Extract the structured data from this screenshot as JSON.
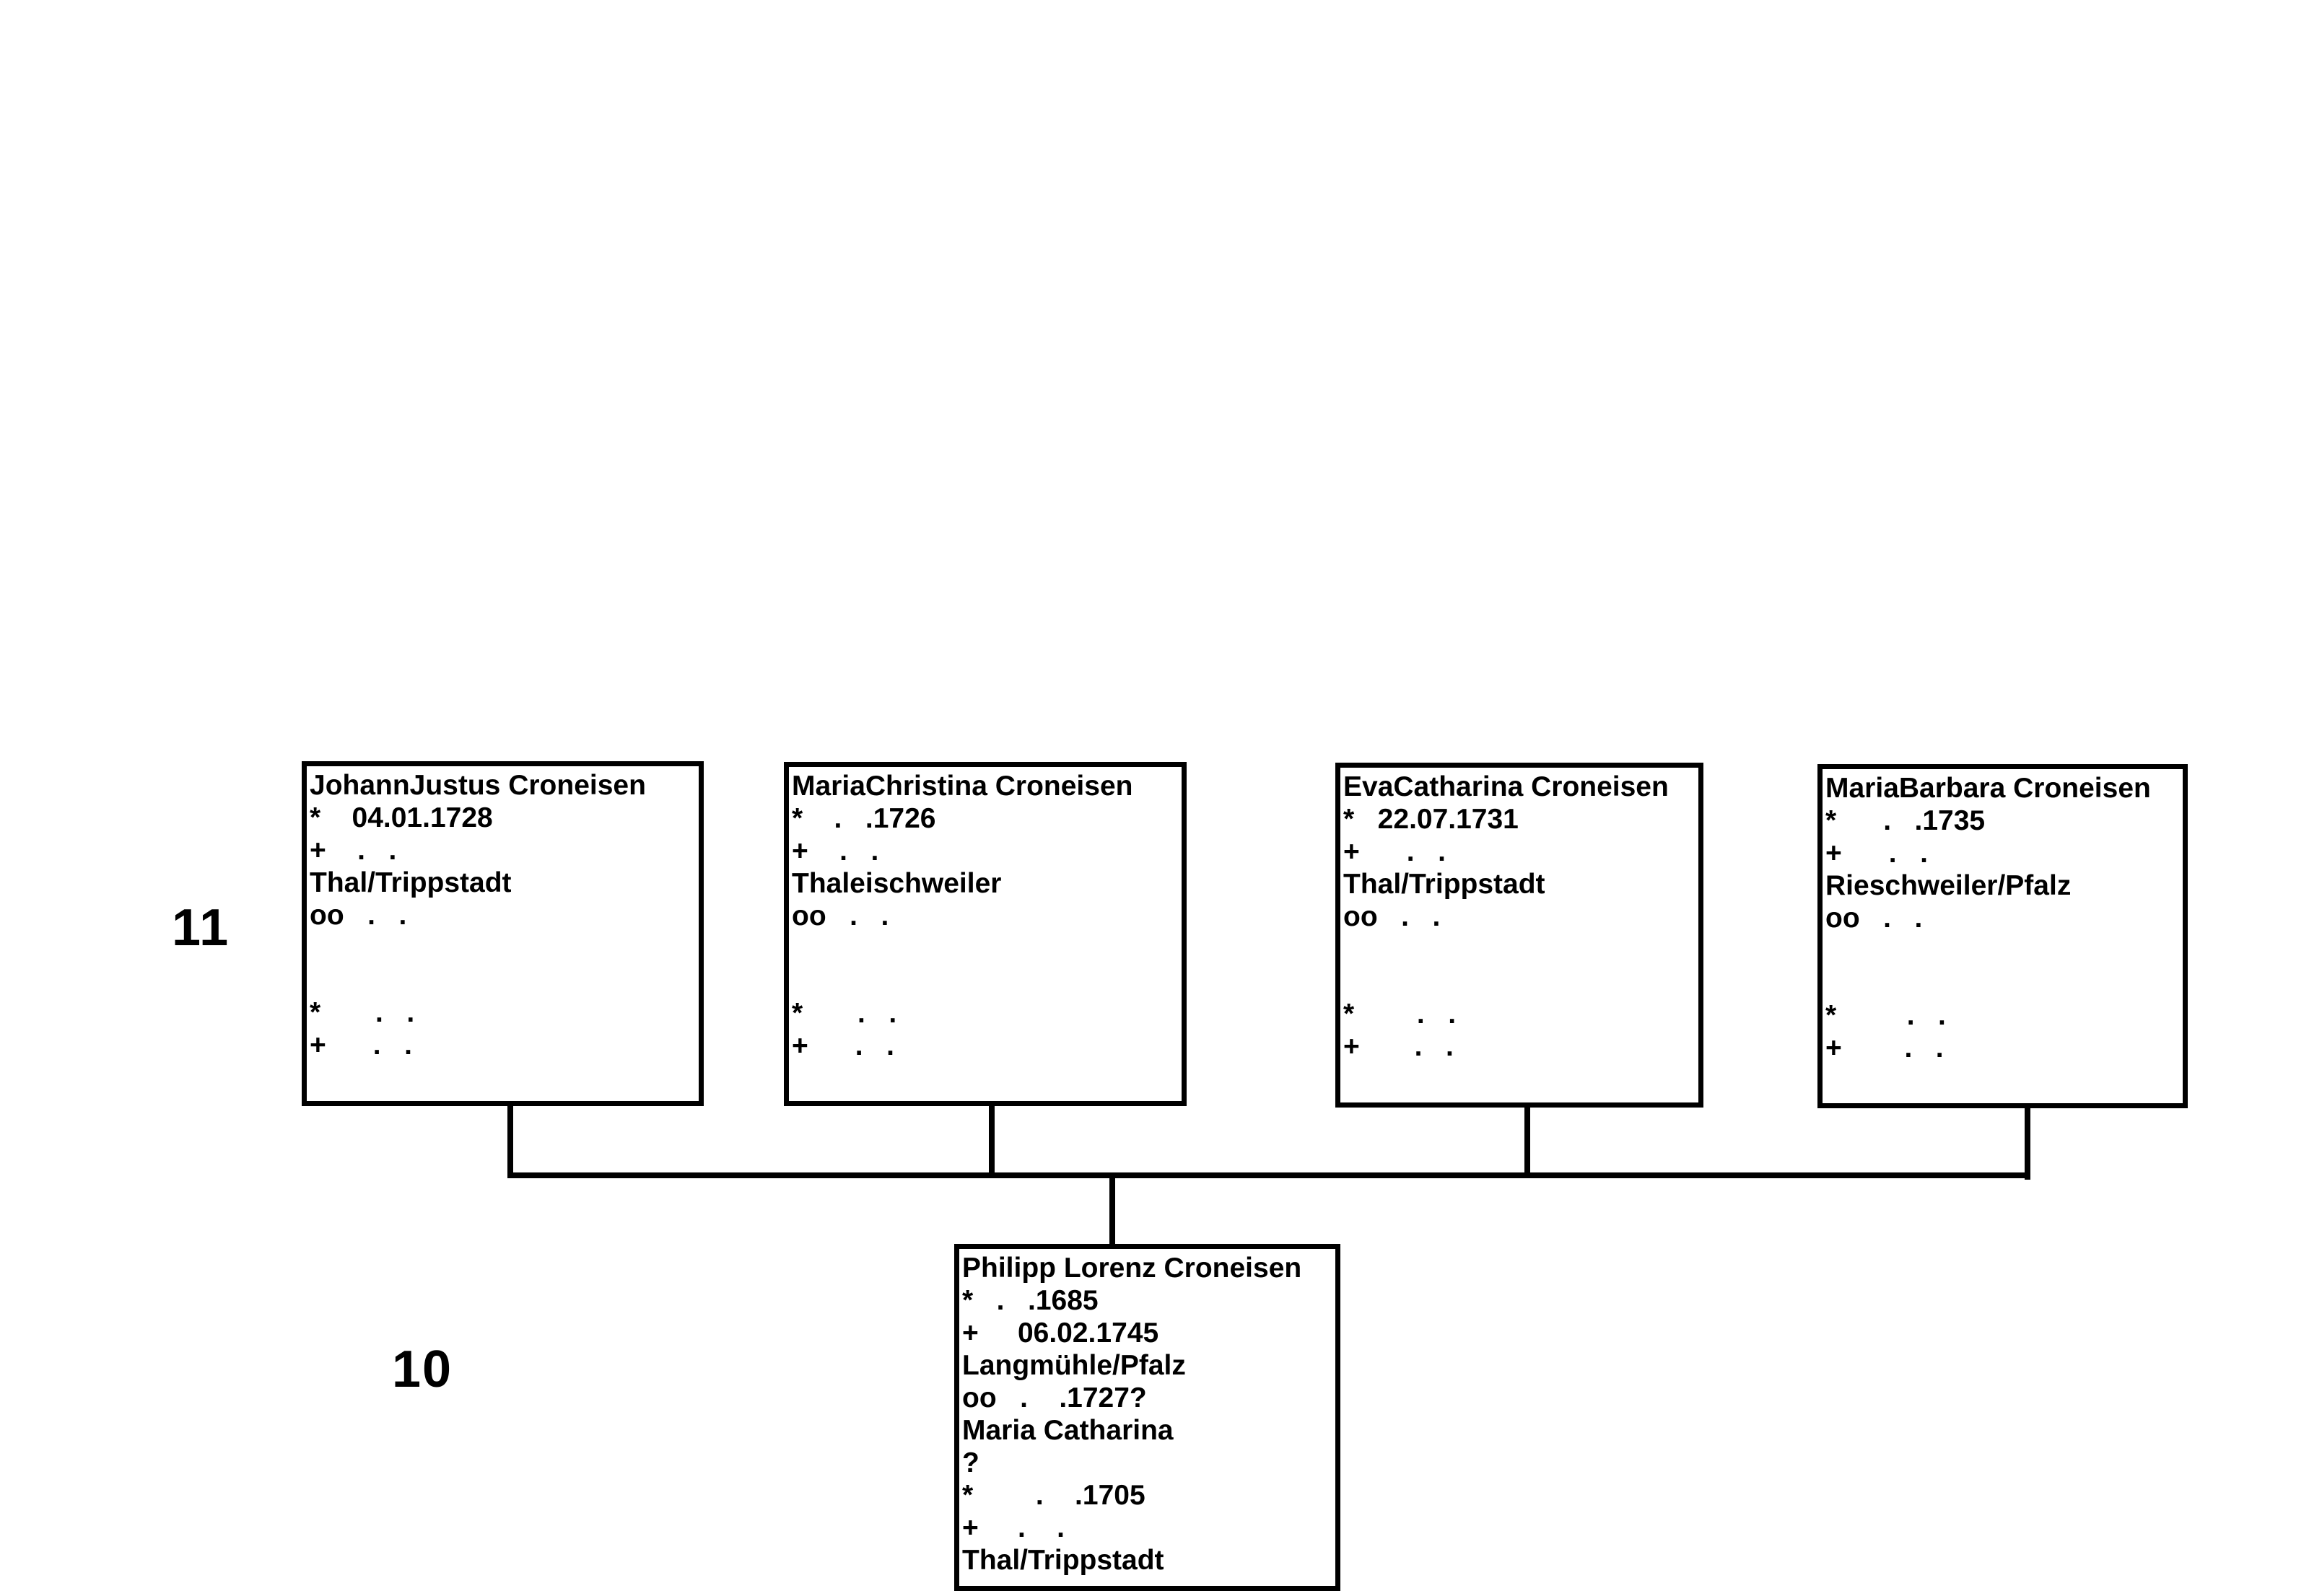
{
  "generations": {
    "upper": "11",
    "lower": "10"
  },
  "children": [
    {
      "lines": [
        "JohannJustus Croneisen",
        "*    04.01.1728",
        "+    .   .",
        "Thal/Trippstadt",
        "oo   .   .",
        "",
        "",
        "*       .   .",
        "+      .   ."
      ]
    },
    {
      "lines": [
        "MariaChristina Croneisen",
        "*    .   .1726",
        "+    .   .",
        "Thaleischweiler",
        "oo   .   .",
        "",
        "",
        "*       .   .",
        "+      .   ."
      ]
    },
    {
      "lines": [
        "EvaCatharina Croneisen",
        "*   22.07.1731",
        "+      .   .",
        "Thal/Trippstadt",
        "oo   .   .",
        "",
        "",
        "*        .   .",
        "+       .   ."
      ]
    },
    {
      "lines": [
        "MariaBarbara Croneisen",
        "*      .   .1735",
        "+      .   .",
        "Rieschweiler/Pfalz",
        "oo   .   .",
        "",
        "",
        "*         .   .",
        "+        .   ."
      ]
    }
  ],
  "parent": {
    "lines": [
      "Philipp Lorenz Croneisen",
      "*   .   .1685",
      "+     06.02.1745",
      "Langmühle/Pfalz",
      "oo   .    .1727?",
      "Maria Catharina",
      "?",
      "*        .    .1705",
      "+     .    .",
      "Thal/Trippstadt"
    ]
  }
}
